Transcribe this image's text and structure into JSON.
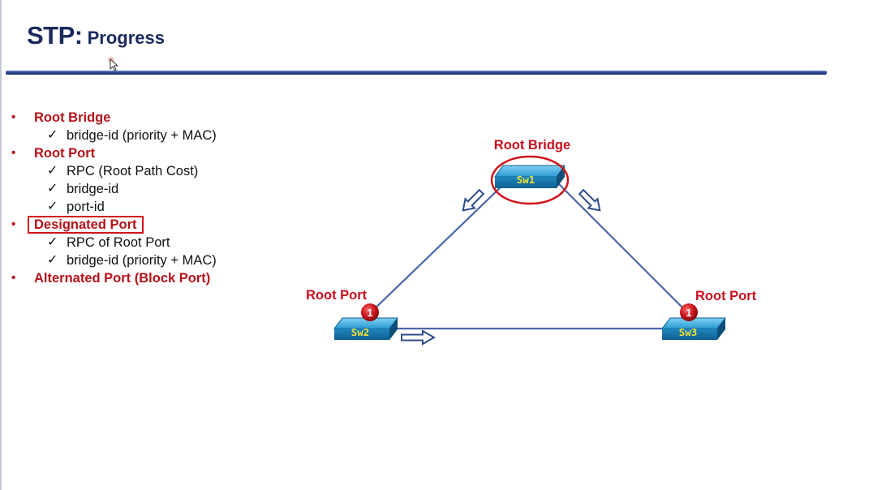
{
  "title": {
    "main": "STP:",
    "sub": "Progress"
  },
  "bullets": [
    {
      "label": "Root Bridge",
      "boxed": false,
      "subs": [
        "bridge-id (priority + MAC)"
      ]
    },
    {
      "label": "Root Port",
      "boxed": false,
      "subs": [
        "RPC (Root Path Cost)",
        "bridge-id",
        "port-id"
      ]
    },
    {
      "label": "Designated Port",
      "boxed": true,
      "subs": [
        "RPC of Root Port",
        "bridge-id (priority + MAC)"
      ]
    },
    {
      "label": "Alternated Port (Block Port)",
      "boxed": false,
      "subs": []
    }
  ],
  "bullet_glyph": "•",
  "check_glyph": "✓",
  "diagram": {
    "root_bridge_label": "Root Bridge",
    "switches": {
      "sw1": "Sw1",
      "sw2": "Sw2",
      "sw3": "Sw3"
    },
    "root_port_left": "Root Port",
    "root_port_right": "Root Port",
    "port_badge_sw2": "1",
    "port_badge_sw3": "1"
  },
  "colors": {
    "title": "#1b2a5e",
    "bullet_red": "#b5121b",
    "link_blue": "#4a66a8",
    "switch_blue": "#2a9bd2",
    "badge_red": "#c8141c",
    "switch_text": "#f2df33"
  }
}
